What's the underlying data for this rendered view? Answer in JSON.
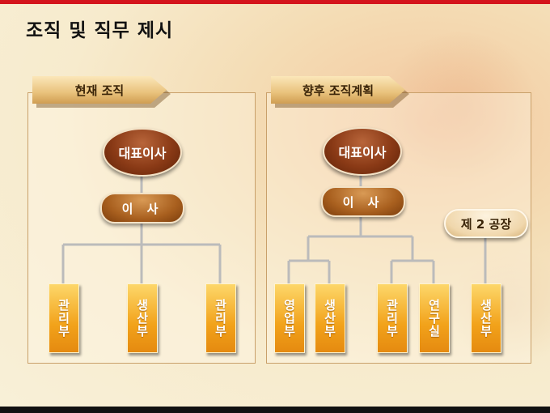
{
  "title": "조직 및 직무 제시",
  "current": {
    "tag": "현재 조직",
    "ceo": "대표이사",
    "director": "이 사",
    "departments": [
      "관리부",
      "생산부",
      "관리부"
    ]
  },
  "future": {
    "tag": "향후 조직계획",
    "ceo": "대표이사",
    "director": "이 사",
    "factory": "제 2 공장",
    "departments": [
      "영업부",
      "생산부",
      "관리부",
      "연구실",
      "생산부"
    ]
  }
}
